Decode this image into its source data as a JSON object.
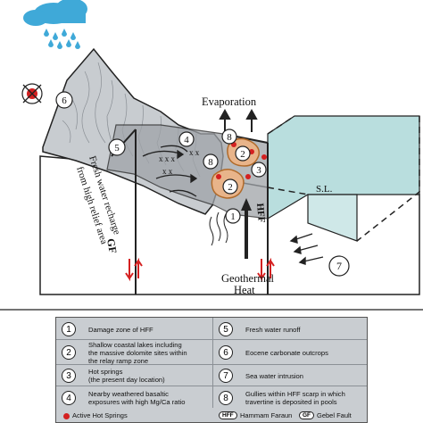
{
  "diagram": {
    "evaporation_label": "Evaporation",
    "sea_level_label": "S.L.",
    "recharge_label_line1": "Fresh water recharge",
    "recharge_label_line2": "from high relief area",
    "gf_label": "GF",
    "hff_label": "HFF",
    "geothermal_line1": "Geothermal",
    "geothermal_line2": "Heat",
    "markers": [
      "1",
      "2",
      "2",
      "3",
      "4",
      "5",
      "6",
      "7",
      "8",
      "8"
    ]
  },
  "legend": {
    "items": [
      {
        "number": "1",
        "text": "Damage zone of HFF"
      },
      {
        "number": "5",
        "text": "Fresh water runoff"
      },
      {
        "number": "2",
        "text": "Shallow coastal lakes including\nthe massive dolomite sites within\nthe relay ramp zone"
      },
      {
        "number": "6",
        "text": "Eocene carbonate outcrops"
      },
      {
        "number": "3",
        "text": "Hot springs\n(the present day location)"
      },
      {
        "number": "7",
        "text": "Sea water intrusion"
      },
      {
        "number": "4",
        "text": "Nearby weathered basaltic\nexposures with high Mg/Ca ratio"
      },
      {
        "number": "8",
        "text": "Gullies within HFF scarp in which\ntravertine is deposited in pools"
      }
    ],
    "active_hot_springs": "Active Hot Springs",
    "hammam_label": "Hammam Faraun",
    "hff_abbrev": "HFF",
    "gebel_label": "Gebel Fault",
    "gf_abbrev": "GF"
  },
  "colors": {
    "mountain": "#c8ccd0",
    "sea": "#b9dede",
    "basin": "#9fa3a8",
    "lake": "#e8b48a",
    "hot_spring": "#d42020",
    "rain": "#3fa9d8"
  }
}
